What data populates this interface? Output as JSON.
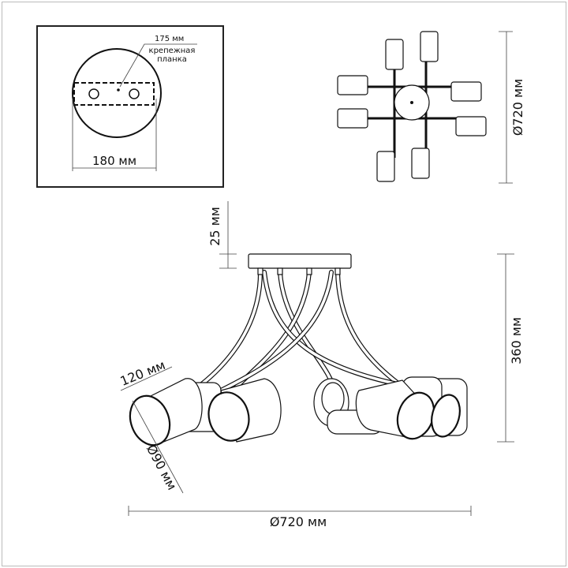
{
  "mount_detail": {
    "bar_length_label": "175 мм",
    "bar_caption_line1": "крепежная",
    "bar_caption_line2": "планка",
    "plate_diameter_label": "180 мм"
  },
  "top_view": {
    "diameter_label": "Ø720 мм"
  },
  "side_view": {
    "plate_height_label": "25 мм",
    "height_label": "360 мм",
    "shade_length_label": "120 мм",
    "shade_diameter_label": "Ø90 мм",
    "width_label": "Ø720 мм"
  }
}
